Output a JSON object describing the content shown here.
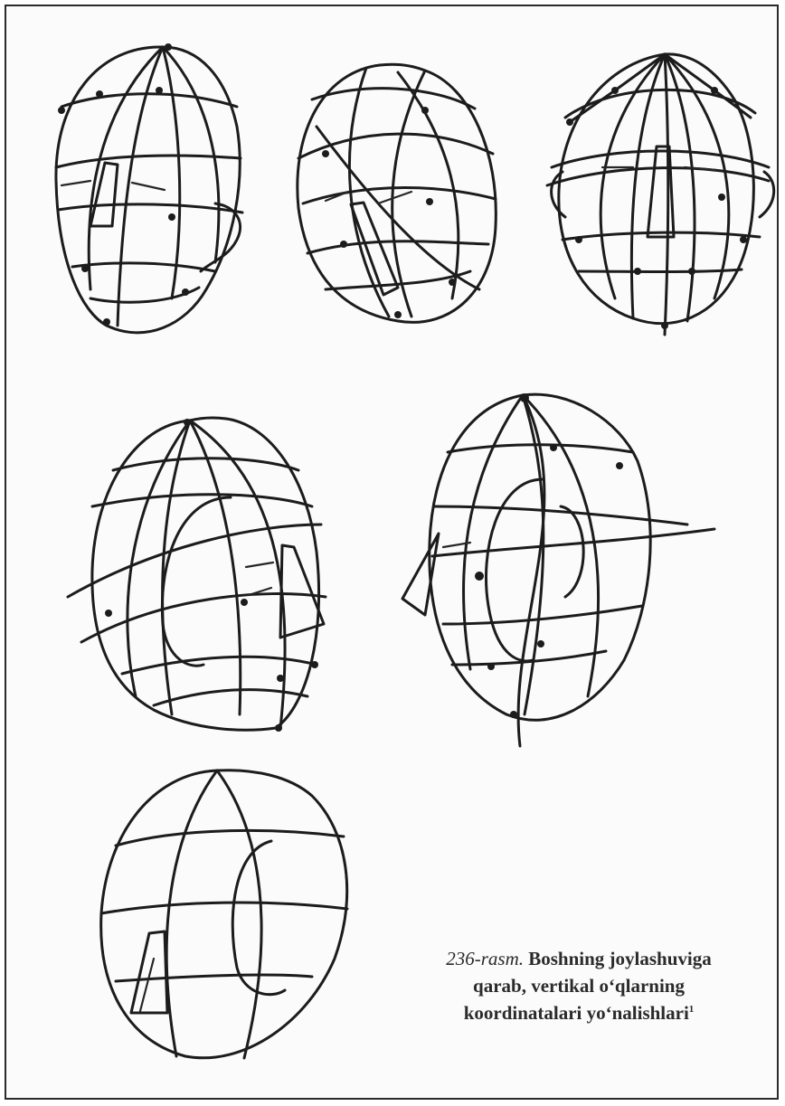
{
  "caption": {
    "figure_label": "236-rasm.",
    "line1": "Boshning joylashuviga",
    "line2": "qarab, vertikal o‘qlarning",
    "line3": "koordinatalari yo‘nalishlari",
    "footnote_mark": "1"
  },
  "illustration": {
    "subject": "head-wireframe-sketches",
    "count": 6
  }
}
